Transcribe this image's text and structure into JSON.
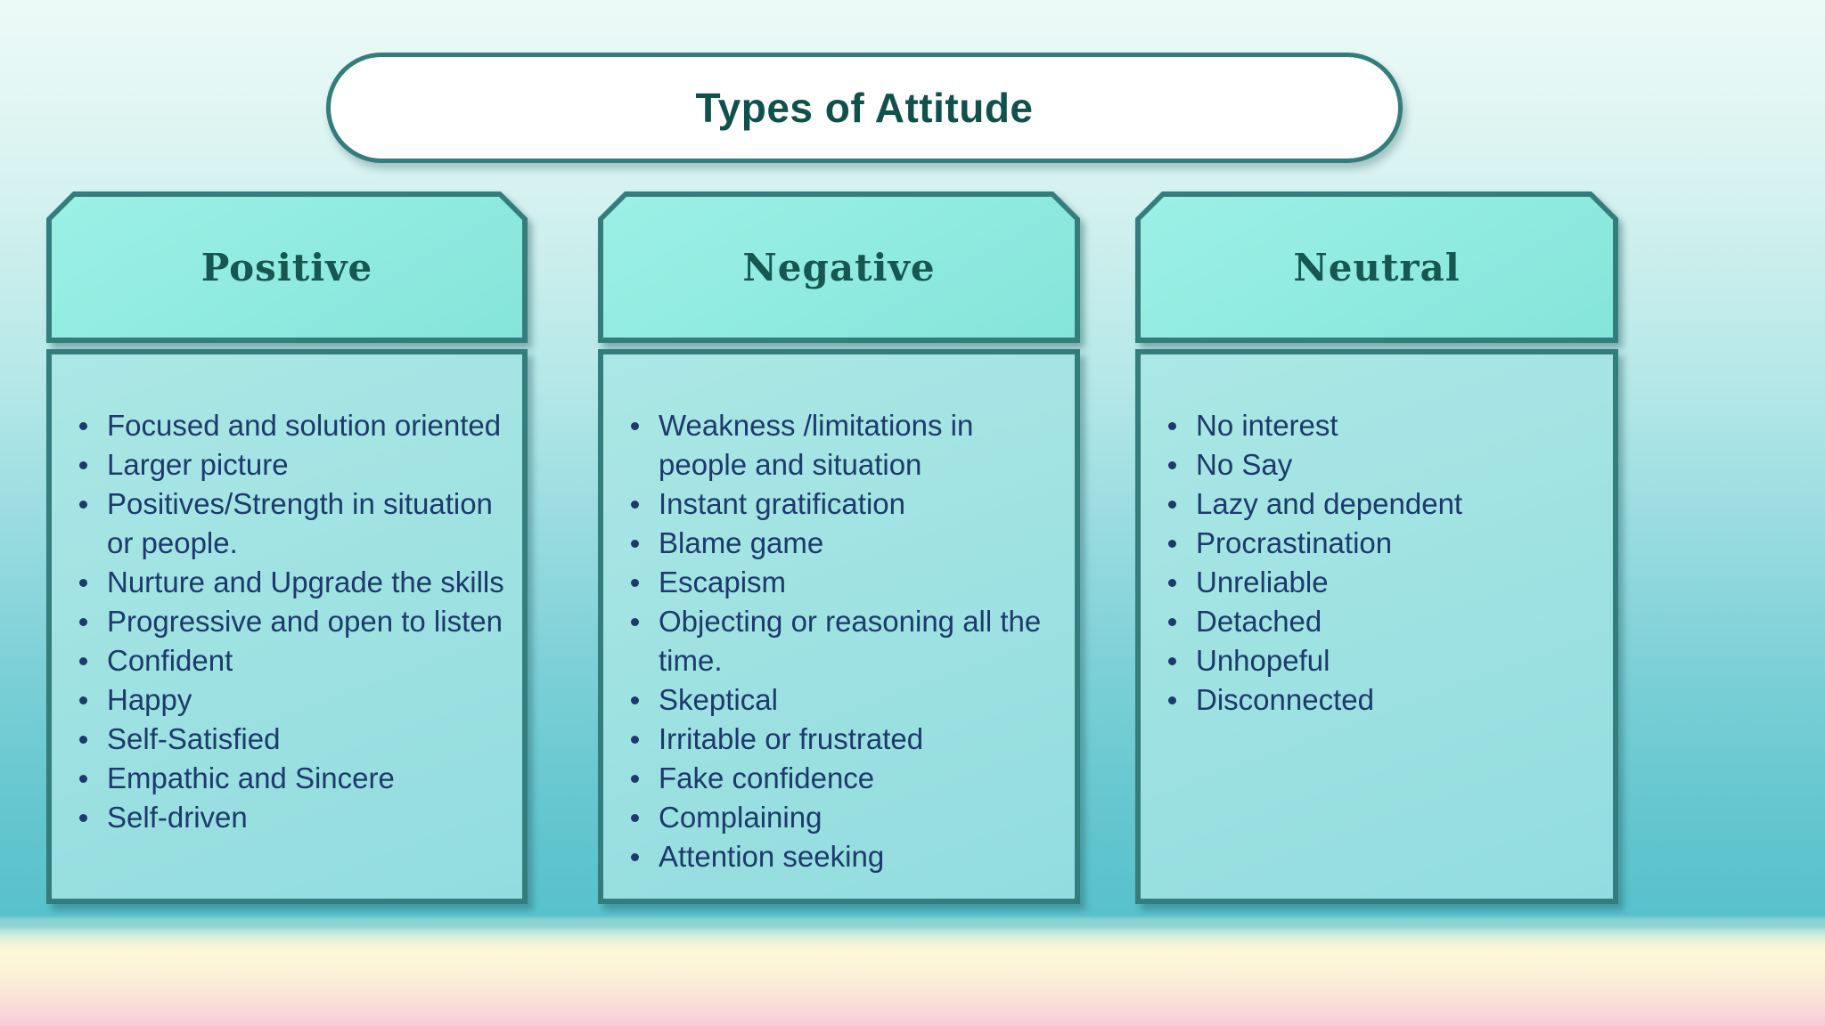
{
  "title": "Types of Attitude",
  "columns": [
    {
      "header": "Positive",
      "items": [
        "Focused and solution oriented",
        "Larger picture",
        "Positives/Strength in situation or people.",
        "Nurture and Upgrade the skills",
        "Progressive and open to listen",
        "Confident",
        "Happy",
        "Self-Satisfied",
        "Empathic and Sincere",
        "Self-driven"
      ]
    },
    {
      "header": "Negative",
      "items": [
        "Weakness /limitations in people and situation",
        "Instant gratification",
        "Blame game",
        "Escapism",
        "Objecting or reasoning all the time.",
        "Skeptical",
        "Irritable or frustrated",
        "Fake confidence",
        "Complaining",
        "Attention seeking"
      ]
    },
    {
      "header": "Neutral",
      "items": [
        "No interest",
        "No Say",
        "Lazy and dependent",
        "Procrastination",
        "Unreliable",
        "Detached",
        "Unhopeful",
        "Disconnected"
      ]
    }
  ],
  "colors": {
    "title_text": "#11514b",
    "title_fill": "#ffffff",
    "box_border": "#337d7c",
    "header_fill": "#8feadf",
    "header_text": "#175751",
    "body_fill_top": "#abe7e5",
    "body_fill_bottom": "#92dcdf",
    "bullet_text": "#1c3a6b",
    "background_top": "#ecfaf7",
    "background_teal": "#58c1cb",
    "band_yellow": "#fdf8d6",
    "band_pink": "#f8ccd9"
  }
}
